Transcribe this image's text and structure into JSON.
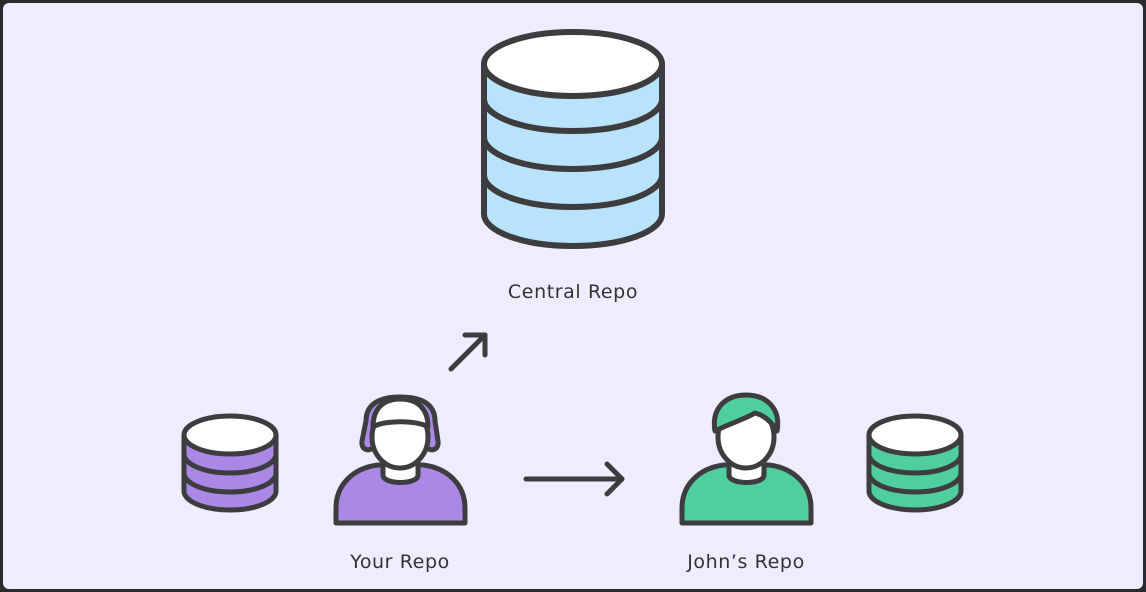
{
  "diagram": {
    "labels": {
      "central": "Central Repo",
      "your": "Your Repo",
      "john": "John’s Repo"
    },
    "nodes": [
      {
        "id": "central-repo",
        "kind": "database",
        "color": "#b8e3fb"
      },
      {
        "id": "your-repo",
        "kind": "database",
        "color": "#ac88e6"
      },
      {
        "id": "john-repo",
        "kind": "database",
        "color": "#4ecf9d"
      },
      {
        "id": "your-user",
        "kind": "person-female",
        "color": "#ac88e6"
      },
      {
        "id": "john-user",
        "kind": "person-male",
        "color": "#4ecf9d"
      }
    ],
    "edges": [
      {
        "from": "your-user",
        "to": "central-repo"
      },
      {
        "from": "your-user",
        "to": "john-user"
      }
    ]
  },
  "colors": {
    "background": "#eeecfd",
    "stroke": "#3d3d40",
    "central_fill": "#b8e3fb",
    "your_fill": "#ac88e6",
    "john_fill": "#4ecf9d",
    "face": "#ffffff"
  }
}
